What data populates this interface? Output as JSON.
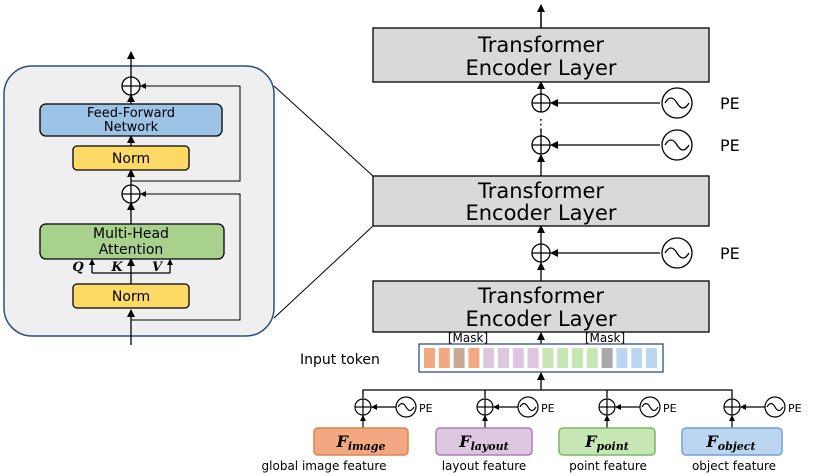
{
  "detail": {
    "ffn_label": [
      "Feed-Forward",
      "Network"
    ],
    "norm_top_label": "Norm",
    "mha_label": [
      "Multi-Head",
      "Attention"
    ],
    "norm_bottom_label": "Norm",
    "q_label": "Q",
    "k_label": "K",
    "v_label": "V"
  },
  "encoder": {
    "layer_label": [
      "Transformer",
      "Encoder Layer"
    ],
    "pe_label": "PE",
    "ellipsis": "⋮"
  },
  "input": {
    "token_label": "Input token",
    "mask_label_left": "[Mask]",
    "mask_label_right": "[Mask]",
    "token_colors": [
      "#f4a882",
      "#f4a882",
      "#c9a795",
      "#f4a882",
      "#dcc6e0",
      "#dcc6e0",
      "#dcc6e0",
      "#dcc6e0",
      "#c6e6b4",
      "#c6e6b4",
      "#c6e6b4",
      "#c6e6b4",
      "#a8a8a8",
      "#bcd6f2",
      "#bcd6f2",
      "#bcd6f2"
    ]
  },
  "features": [
    {
      "var": "F",
      "sub": "image",
      "caption": "global image feature",
      "fill": "#f4a882",
      "stroke": "#d9844f"
    },
    {
      "var": "F",
      "sub": "layout",
      "caption": "layout feature",
      "fill": "#dcc6e0",
      "stroke": "#a982b0"
    },
    {
      "var": "F",
      "sub": "point",
      "caption": "point feature",
      "fill": "#c6e6b4",
      "stroke": "#7fb565"
    },
    {
      "var": "F",
      "sub": "object",
      "caption": "object feature",
      "fill": "#bcd6f2",
      "stroke": "#6f9fd4"
    }
  ],
  "colors": {
    "layer_fill": "#d9d9d9",
    "ffn_fill": "#9dc3e6",
    "norm_fill": "#ffd966",
    "mha_fill": "#a9d18e",
    "panel_fill": "#efefef",
    "panel_stroke": "#2f4f7f"
  }
}
